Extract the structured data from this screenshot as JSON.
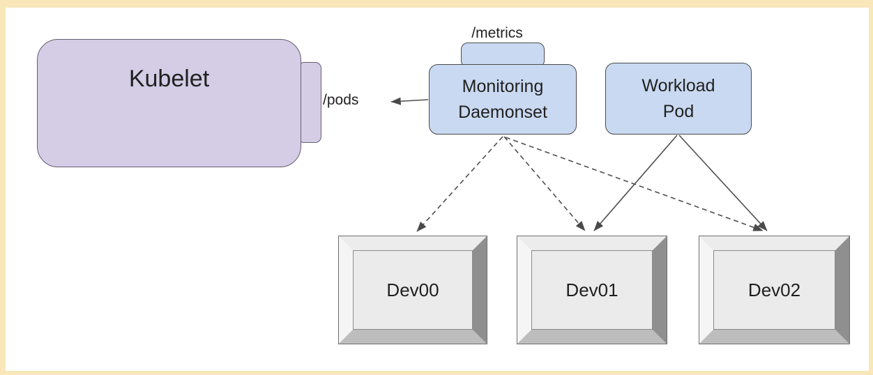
{
  "diagram": {
    "nodes": {
      "kubelet": {
        "label": "Kubelet"
      },
      "kubelet_pods_port": {
        "label": "/pods"
      },
      "monitoring_daemonset": {
        "lines": [
          "Monitoring",
          "Daemonset"
        ]
      },
      "monitoring_metrics_port": {
        "label": "/metrics"
      },
      "workload_pod": {
        "lines": [
          "Workload",
          "Pod"
        ]
      },
      "devices": [
        {
          "label": "Dev00"
        },
        {
          "label": "Dev01"
        },
        {
          "label": "Dev02"
        }
      ]
    },
    "edges": [
      {
        "from": "monitoring-daemonset",
        "to": "kubelet-pods-port",
        "style": "solid-arrow"
      },
      {
        "from": "monitoring-daemonset",
        "to": "dev00",
        "style": "dashed-arrow"
      },
      {
        "from": "monitoring-daemonset",
        "to": "dev01",
        "style": "dashed-arrow"
      },
      {
        "from": "monitoring-daemonset",
        "to": "dev02",
        "style": "dashed-arrow"
      },
      {
        "from": "workload-pod",
        "to": "dev01",
        "style": "solid-arrow"
      },
      {
        "from": "workload-pod",
        "to": "dev02",
        "style": "solid-arrow"
      }
    ],
    "colors": {
      "frame_border": "#f9e7ba",
      "kubelet_fill": "#d5cde6",
      "pod_fill": "#c9d9f1",
      "device_face": "#ebebeb",
      "arrow": "#4d4d4d"
    }
  }
}
